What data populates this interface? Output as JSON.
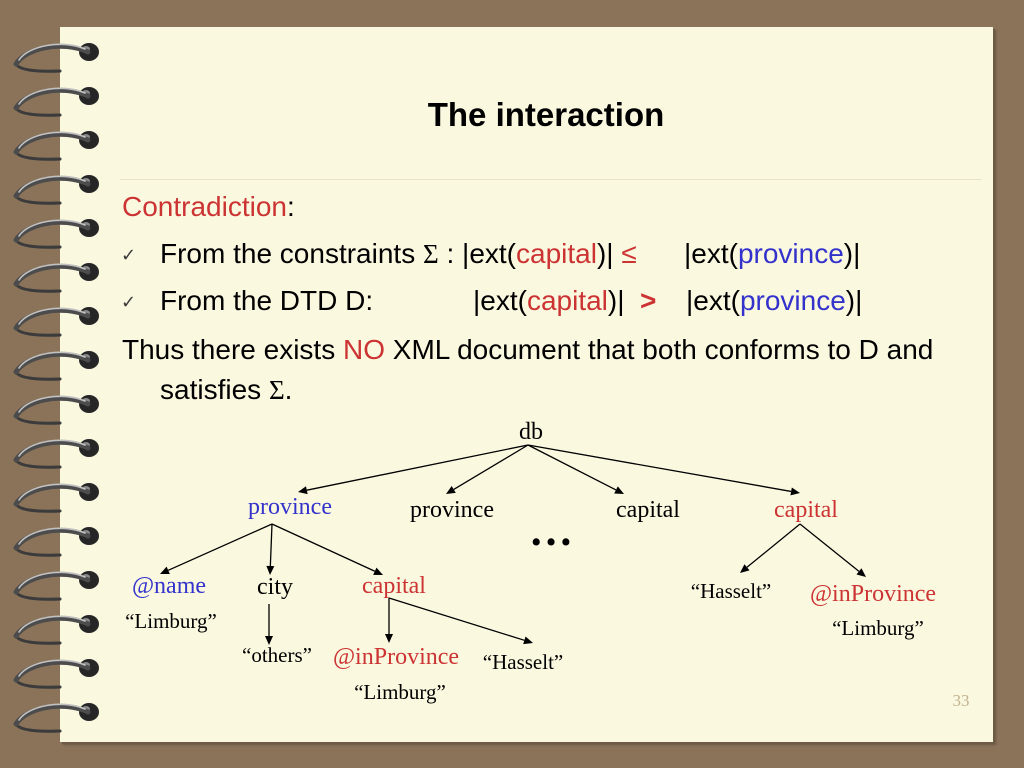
{
  "slide": {
    "title": "The interaction",
    "page_number": "33",
    "colors": {
      "background": "#8b735a",
      "paper": "#fbf8e0",
      "accent_red": "#cc3333",
      "accent_blue": "#3333cc",
      "page_number": "#c2b28f"
    }
  },
  "body": {
    "heading": {
      "term": "Contradiction",
      "colon": ":"
    },
    "constraints_line": {
      "marker": "✓",
      "lead": "From the constraints ",
      "sigma": "Σ",
      "colon_ext_open": " : |ext(",
      "capital": "capital",
      "ext_close": ")| ",
      "op": "≤",
      "rhs_ext_open": "|ext(",
      "province": "province",
      "rhs_ext_close": ")|"
    },
    "dtd_line": {
      "marker": "✓",
      "lead": "From the DTD D:",
      "lhs_ext_open": "|ext(",
      "capital": "capital",
      "lhs_ext_close": ")|  ",
      "op": ">",
      "rhs_ext_open": "|ext(",
      "province": "province",
      "rhs_ext_close": ")|"
    },
    "conclusion": {
      "lead": "Thus there exists ",
      "negation": "NO",
      "rest": " XML document that both conforms to D and",
      "line2_lead": "satisfies ",
      "sigma": "Σ",
      "period": "."
    }
  },
  "tree": {
    "root": "db",
    "province_a": "province",
    "province_b": "province",
    "capital_a": "capital",
    "capital_b": "capital",
    "ellipsis": "…",
    "name_attr": "@name",
    "name_value": "“Limburg”",
    "city": "city",
    "city_value": "“others”",
    "nested_capital": "capital",
    "nested_inprovince": "@inProvince",
    "nested_inprovince_value": "“Limburg”",
    "nested_capital_value": "“Hasselt”",
    "capital_b_value": "“Hasselt”",
    "capital_b_inprovince": "@inProvince",
    "capital_b_inprovince_value": "“Limburg”"
  }
}
